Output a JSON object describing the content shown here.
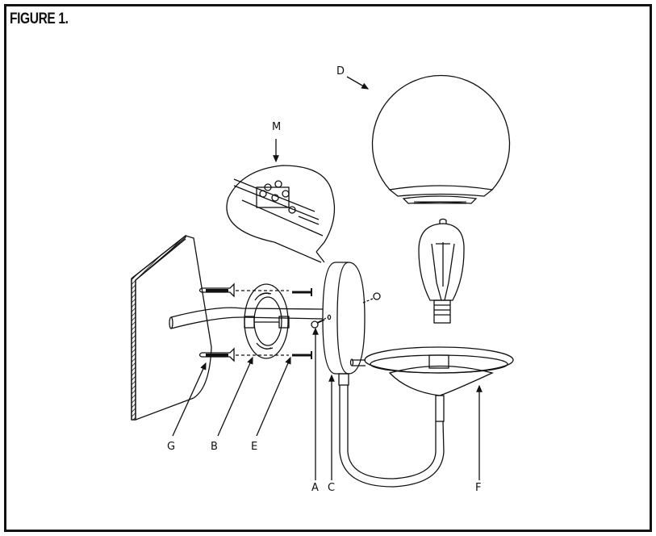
{
  "figure": {
    "title": "FIGURE 1."
  },
  "callouts": {
    "A": "A",
    "B": "B",
    "C": "C",
    "D": "D",
    "E": "E",
    "F": "F",
    "G": "G",
    "M": "M"
  },
  "parts": [
    {
      "label": "A",
      "depicts": "set screw"
    },
    {
      "label": "B",
      "depicts": "mounting plate"
    },
    {
      "label": "C",
      "depicts": "canopy / wall backplate"
    },
    {
      "label": "D",
      "depicts": "glass globe shade"
    },
    {
      "label": "E",
      "depicts": "mounting screw"
    },
    {
      "label": "F",
      "depicts": "shade holder / arm"
    },
    {
      "label": "G",
      "depicts": "wall anchor"
    },
    {
      "label": "M",
      "depicts": "wire connector detail"
    }
  ],
  "colors": {
    "ink": "#111111",
    "paper": "#ffffff"
  }
}
